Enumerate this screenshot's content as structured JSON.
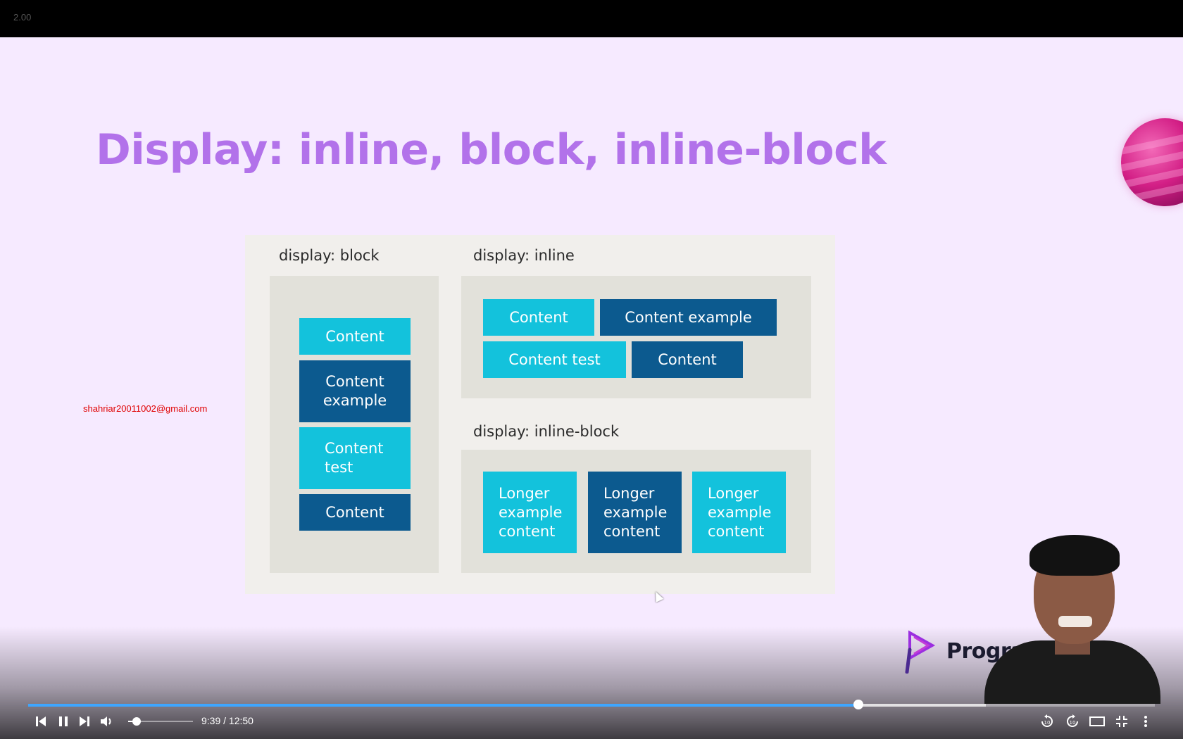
{
  "player": {
    "speed_label": "2.00",
    "current_time": "9:39",
    "duration": "12:50",
    "time_display": "9:39 / 12:50",
    "progress_fraction": 0.737,
    "buffered_fraction": 0.85,
    "volume_fraction": 0.13,
    "accent_color": "#3ea6ff"
  },
  "slide": {
    "title": "Display: inline, block, inline-block",
    "title_color": "#b272ea",
    "watermark_email": "shahriar20011002@gmail.com",
    "diagram": {
      "block": {
        "label": "display: block",
        "items": [
          "Content",
          "Content example",
          "Content test",
          "Content"
        ]
      },
      "inline": {
        "label": "display: inline",
        "items": [
          "Content",
          "Content example",
          "Content test",
          "Content"
        ]
      },
      "inline_block": {
        "label": "display: inline-block",
        "items": [
          "Longer example content",
          "Longer example content",
          "Longer example content"
        ]
      },
      "colors": {
        "light": "#13c2dc",
        "dark": "#0c5a8f",
        "panel": "#e2e1da"
      }
    }
  },
  "brand": {
    "logo_text": "Programmin"
  },
  "icons": {
    "previous": "skip-previous-icon",
    "pause": "pause-icon",
    "next": "skip-next-icon",
    "volume": "volume-icon",
    "rewind": "rewind-10-icon",
    "forward": "forward-10-icon",
    "theater": "theater-mode-icon",
    "exit_fullscreen": "exit-fullscreen-icon",
    "more": "more-vert-icon"
  }
}
